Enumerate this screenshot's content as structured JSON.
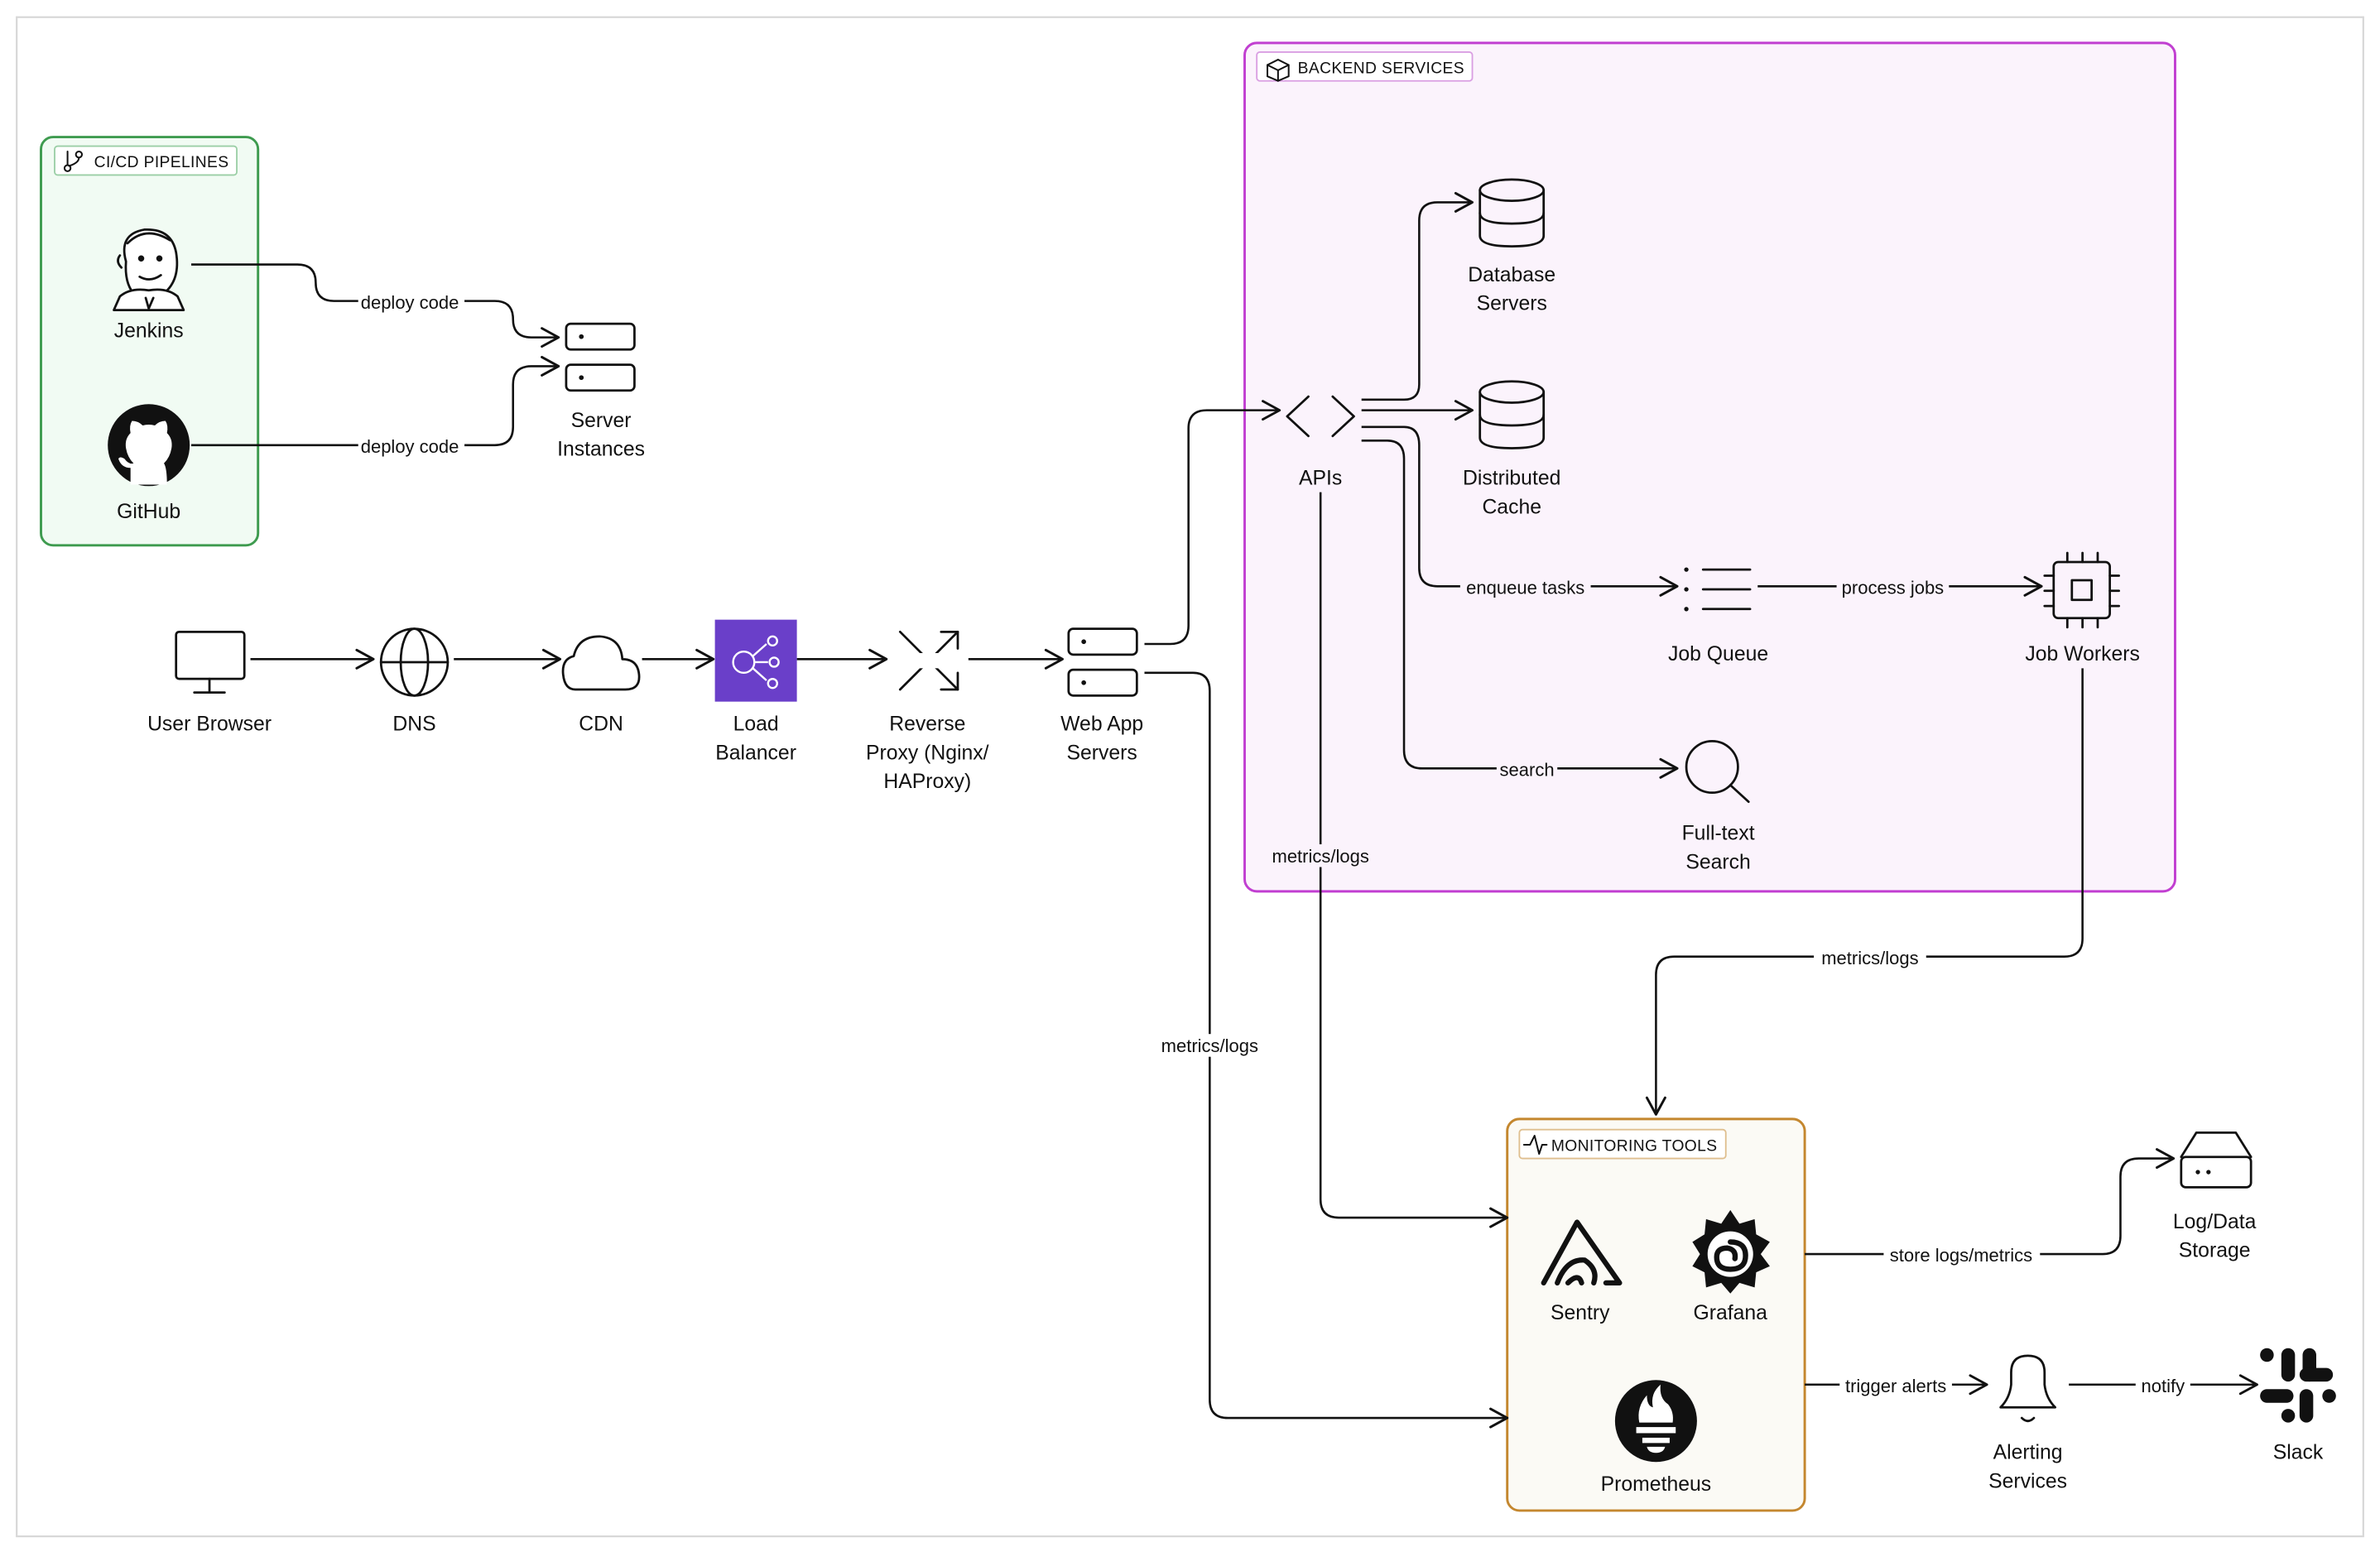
{
  "groups": {
    "cicd": "CI/CD PIPELINES",
    "backend": "BACKEND SERVICES",
    "monitoring": "MONITORING TOOLS"
  },
  "nodes": {
    "jenkins": "Jenkins",
    "github": "GitHub",
    "server_instances": [
      "Server",
      "Instances"
    ],
    "user_browser": "User Browser",
    "dns": "DNS",
    "cdn": "CDN",
    "load_balancer": [
      "Load",
      "Balancer"
    ],
    "reverse_proxy": [
      "Reverse",
      "Proxy (Nginx/",
      "HAProxy)"
    ],
    "web_app_servers": [
      "Web App",
      "Servers"
    ],
    "apis": "APIs",
    "database_servers": [
      "Database",
      "Servers"
    ],
    "distributed_cache": [
      "Distributed",
      "Cache"
    ],
    "job_queue": "Job Queue",
    "job_workers": "Job Workers",
    "full_text_search": [
      "Full-text",
      "Search"
    ],
    "sentry": "Sentry",
    "grafana": "Grafana",
    "prometheus": "Prometheus",
    "log_data_storage": [
      "Log/Data",
      "Storage"
    ],
    "alerting_services": [
      "Alerting",
      "Services"
    ],
    "slack": "Slack"
  },
  "edges": {
    "jenkins_deploy": "deploy code",
    "github_deploy": "deploy code",
    "enqueue": "enqueue tasks",
    "process": "process jobs",
    "search": "search",
    "apis_metrics": "metrics/logs",
    "workers_metrics": "metrics/logs",
    "web_metrics": "metrics/logs",
    "store": "store logs/metrics",
    "trigger": "trigger alerts",
    "notify": "notify"
  },
  "colors": {
    "cicd_border": "#3e9b4f",
    "cicd_fill": "#f1fbf3",
    "backend_border": "#c13fd1",
    "backend_fill": "#fbf3fc",
    "monitoring_border": "#c4872f",
    "monitoring_fill": "#fbfaf5",
    "load_balancer": "#6a3fc9",
    "frame": "#d8d8d8"
  }
}
